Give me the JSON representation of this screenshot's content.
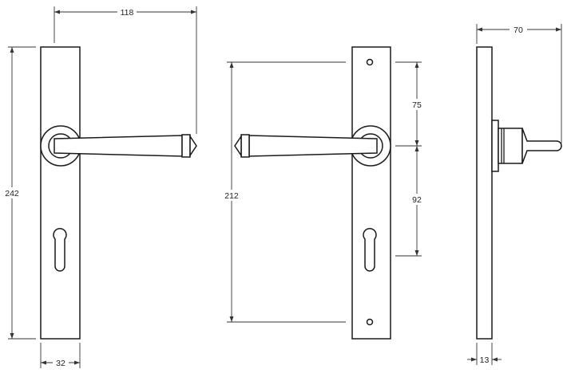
{
  "dimensions": {
    "front_handle_projection": "118",
    "front_plate_height": "242",
    "front_plate_width": "32",
    "back_fixing_centres": "212",
    "back_top_to_spindle": "75",
    "back_spindle_to_keyhole": "92",
    "side_projection": "70",
    "side_plate_thickness": "13"
  },
  "colors": {
    "line": "#1a1a1a",
    "background": "#ffffff"
  }
}
